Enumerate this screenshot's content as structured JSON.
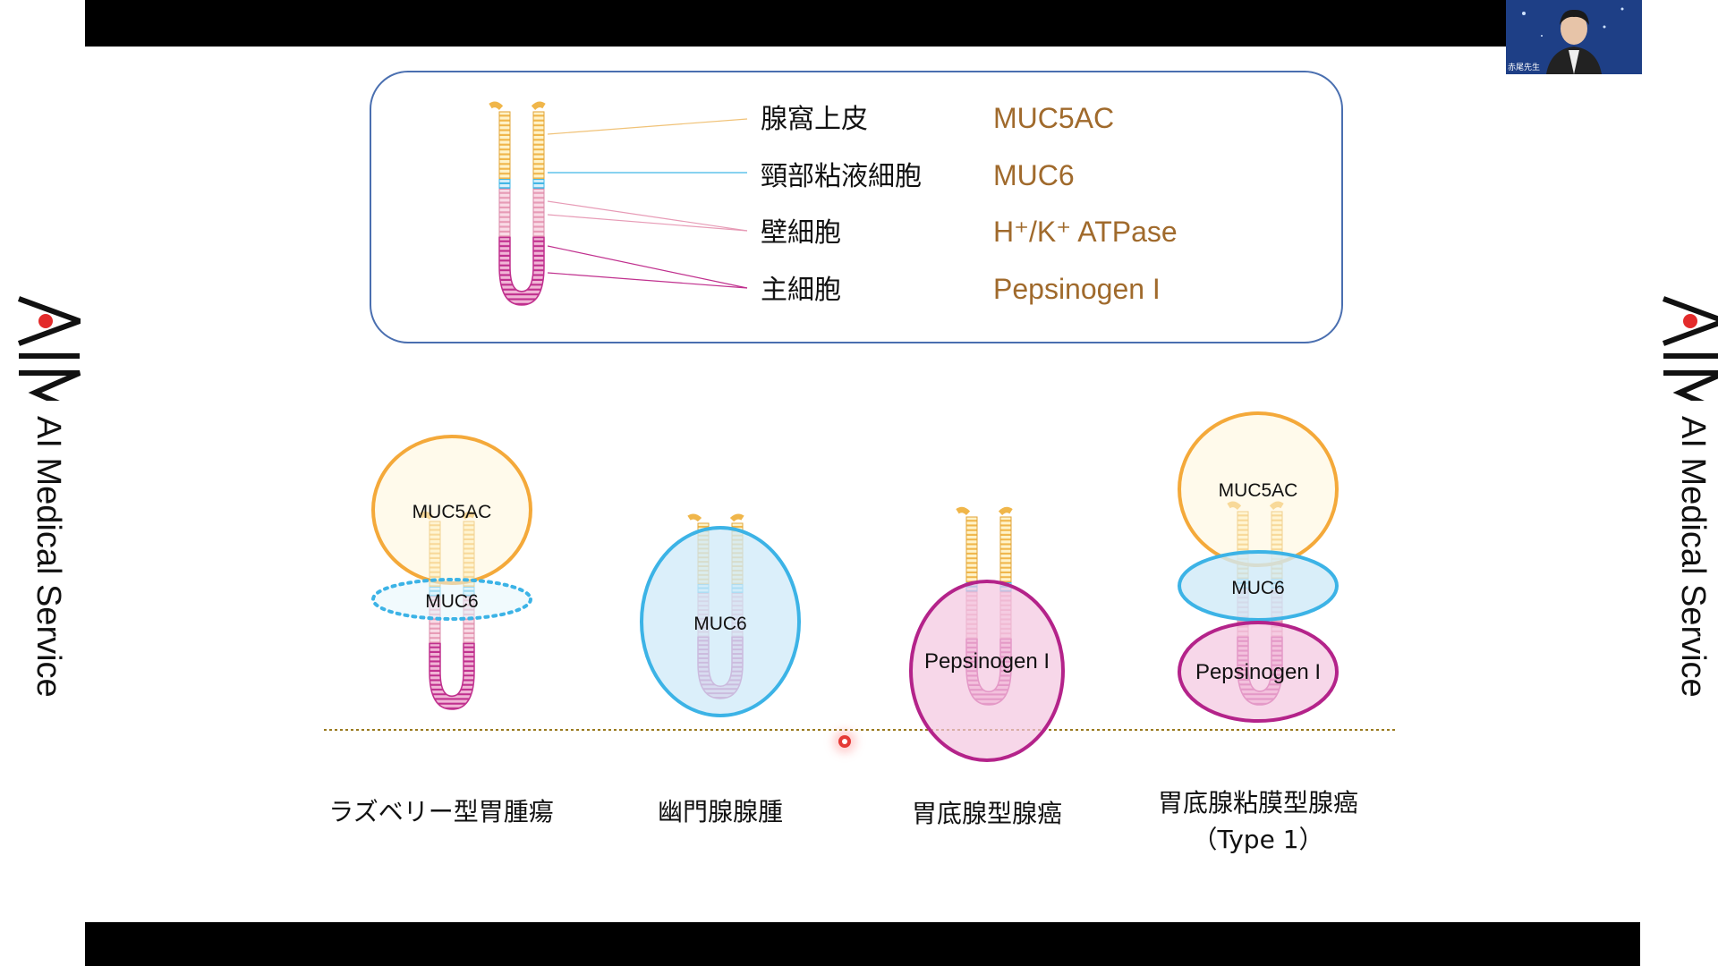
{
  "brand": {
    "logo_text": "AIM",
    "tagline": "AI Medical Service"
  },
  "legend": {
    "rows": [
      {
        "term": "腺窩上皮",
        "marker": "MUC5AC"
      },
      {
        "term": "頸部粘液細胞",
        "marker": "MUC6"
      },
      {
        "term": "壁細胞",
        "marker": "H⁺/K⁺ ATPase"
      },
      {
        "term": "主細胞",
        "marker": "Pepsinogen I"
      }
    ]
  },
  "diagrams": [
    {
      "caption": "ラズベリー型胃腫瘍",
      "labels": [
        "MUC5AC",
        "MUC6"
      ]
    },
    {
      "caption": "幽門腺腺腫",
      "labels": [
        "MUC6"
      ]
    },
    {
      "caption": "胃底腺型腺癌",
      "labels": [
        "Pepsinogen I"
      ]
    },
    {
      "caption": "胃底腺粘膜型腺癌",
      "caption2": "（Type 1）",
      "labels": [
        "MUC5AC",
        "MUC6",
        "Pepsinogen I"
      ]
    }
  ],
  "webcam": {
    "name": "赤尾先生"
  },
  "colors": {
    "foveolar": "#f0b64a",
    "neck": "#41b6e6",
    "parietal": "#e79bb6",
    "chief": "#c0308e",
    "marker_text": "#a06a2c",
    "legend_border": "#4a6fb0",
    "ellipse_orange": "#f4a93a",
    "ellipse_blue": "#3cb3e6",
    "ellipse_magenta": "#b4238a",
    "baseline": "#9a7a1e"
  },
  "icons": [
    "aim-logo-icon",
    "pointer-dot-icon"
  ]
}
